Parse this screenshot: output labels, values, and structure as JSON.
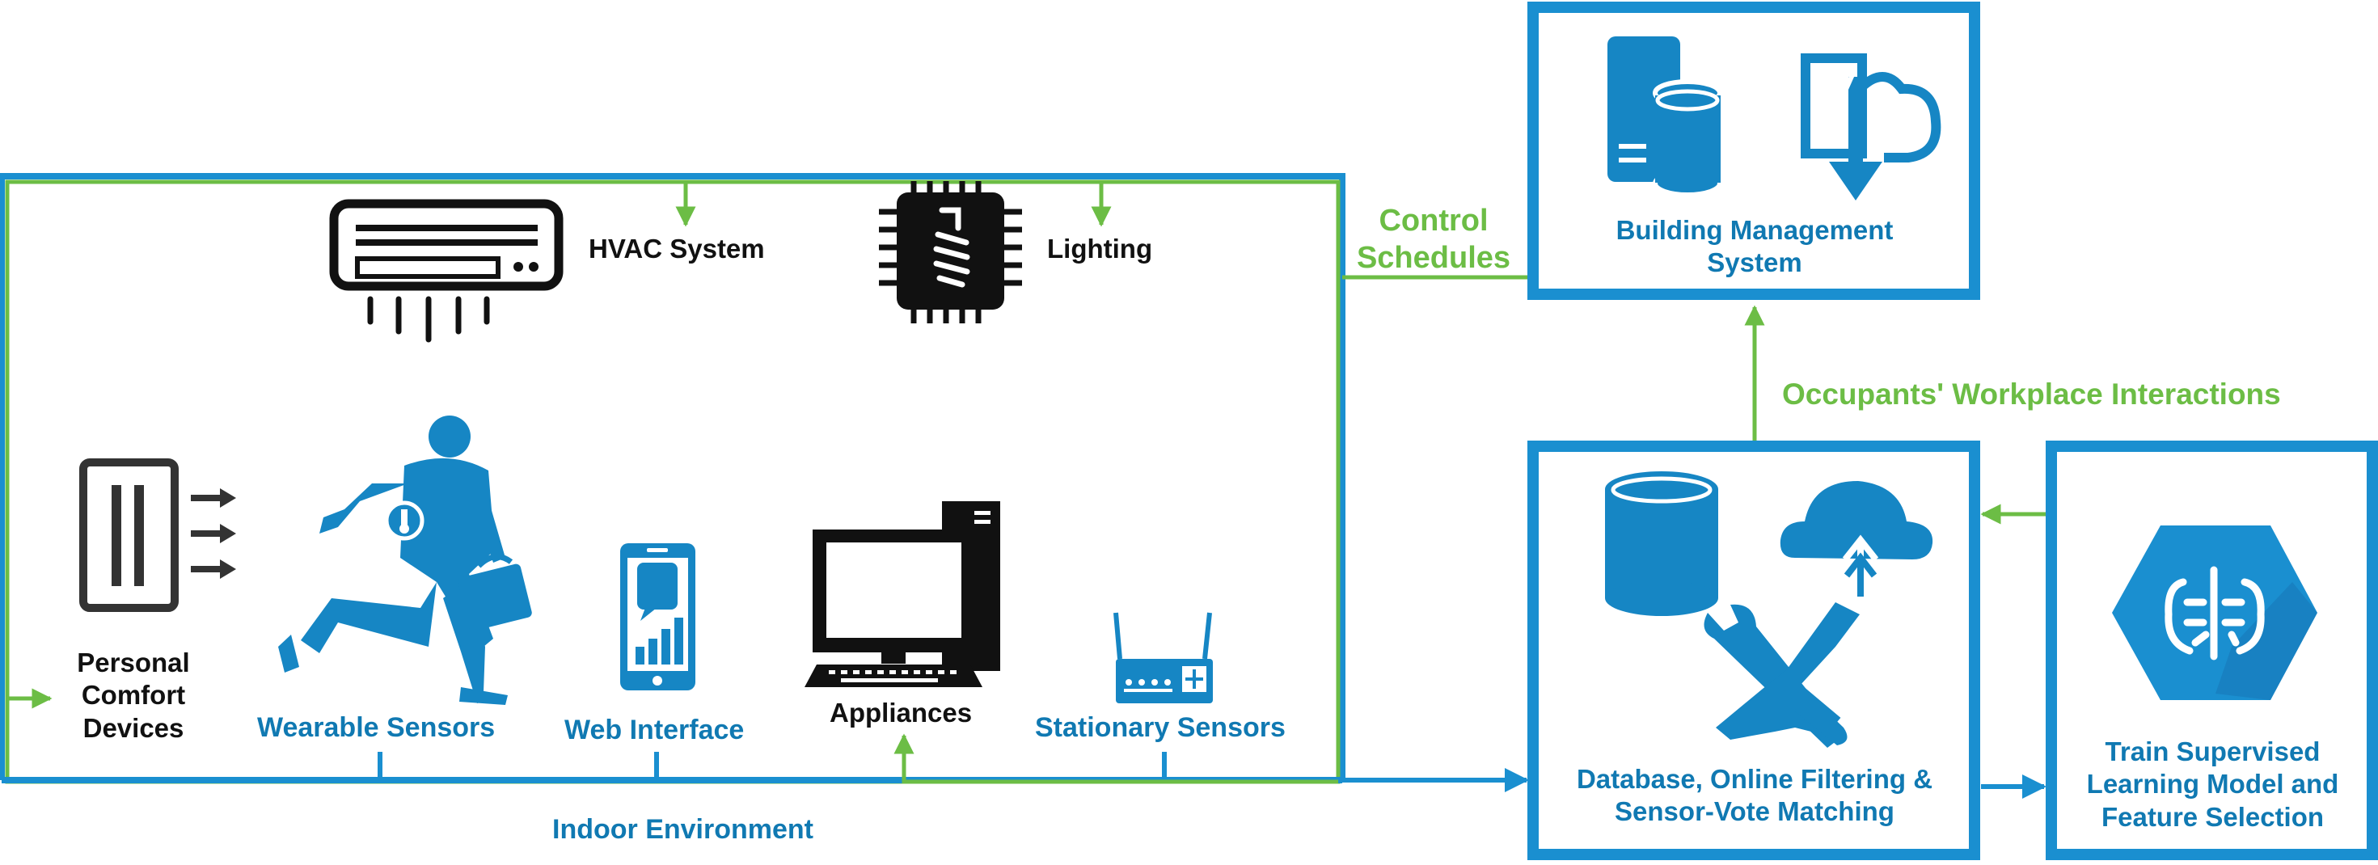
{
  "colors": {
    "blue": "#1a8fd0",
    "green": "#6cbd45",
    "black": "#111111",
    "label_blue": "#1079b2"
  },
  "labels": {
    "hvac": "HVAC System",
    "lighting": "Lighting",
    "personal_comfort": "Personal\nComfort\nDevices",
    "wearable": "Wearable Sensors",
    "web_interface": "Web Interface",
    "appliances": "Appliances",
    "stationary": "Stationary Sensors",
    "indoor_env": "Indoor Environment",
    "control_schedules": "Control\nSchedules",
    "bms": "Building Management\nSystem",
    "occupants": "Occupants' Workplace Interactions",
    "database": "Database, Online Filtering &\nSensor-Vote Matching",
    "train": "Train Supervised\nLearning Model and\nFeature Selection"
  },
  "icons": [
    "air-conditioner-icon",
    "cpu-bulb-icon",
    "heater-icon",
    "running-man-icon",
    "thermometer-icon",
    "smartphone-icon",
    "desktop-computer-icon",
    "router-icon",
    "server-database-icon",
    "cloud-download-icon",
    "database-icon",
    "cloud-upload-icon",
    "tools-icon",
    "ai-brain-icon"
  ]
}
